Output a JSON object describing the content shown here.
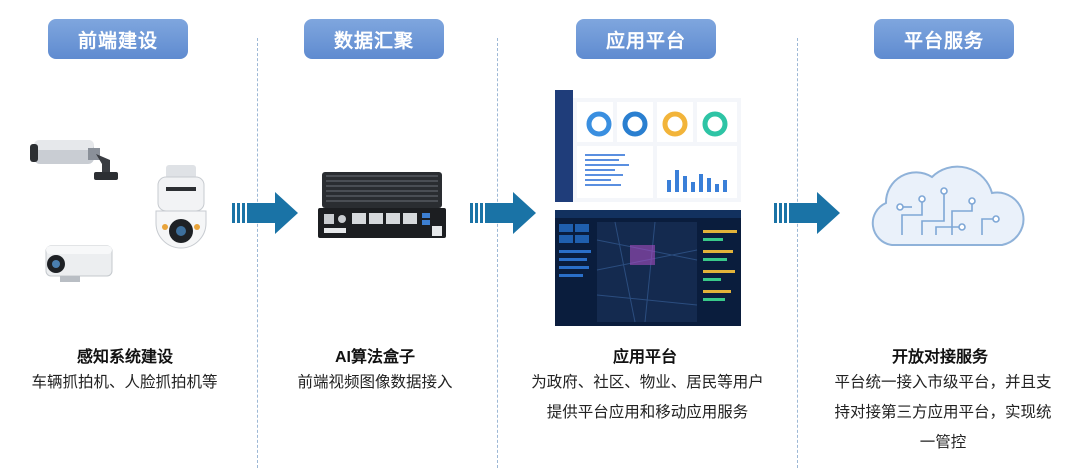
{
  "stages": [
    {
      "header": "前端建设",
      "title": "感知系统建设",
      "desc": [
        "车辆抓拍机、人脸抓拍机等"
      ]
    },
    {
      "header": "数据汇聚",
      "title": "AI算法盒子",
      "desc": [
        "前端视频图像数据接入"
      ]
    },
    {
      "header": "应用平台",
      "title": "应用平台",
      "desc": [
        "为政府、社区、物业、居民等用户",
        "提供平台应用和移动应用服务"
      ]
    },
    {
      "header": "平台服务",
      "title": "开放对接服务",
      "desc": [
        "平台统一接入市级平台，并且支",
        "持对接第三方应用平台，实现统",
        "一管控"
      ]
    }
  ],
  "colors": {
    "header_bg": "#6a93d4",
    "arrow": "#1a73a6",
    "divider": "#9db8d6"
  },
  "icons": [
    "bullet-camera-icon",
    "dome-camera-icon",
    "ai-box-icon",
    "dashboard-screenshot",
    "cloud-circuit-icon"
  ]
}
